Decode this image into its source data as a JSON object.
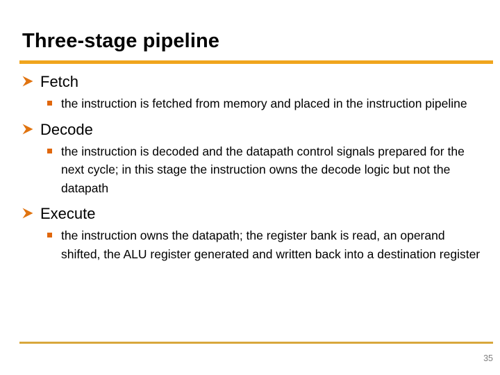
{
  "slide": {
    "title": "Three-stage pipeline",
    "page_number": "35",
    "colors": {
      "title_rule": "#F0A51E",
      "footer_rule": "#D8A73C",
      "bullet_arrow": "#E0730F",
      "bullet_square": "#E0670C",
      "text": "#000000",
      "page_number": "#808080",
      "background": "#FFFFFF"
    },
    "markers": {
      "level1_icon": "arrowhead-bullet-icon",
      "level2_icon": "square-bullet-icon"
    },
    "groups": [
      {
        "heading": "Fetch",
        "details": [
          "the instruction is fetched from memory and placed in the instruction pipeline"
        ]
      },
      {
        "heading": "Decode",
        "details": [
          "the instruction is decoded and the datapath control signals prepared for the next cycle; in this stage the instruction owns the decode logic but not the datapath"
        ]
      },
      {
        "heading": "Execute",
        "details": [
          "the instruction owns the datapath; the register bank is read, an operand shifted, the ALU register generated and written back into a destination register"
        ]
      }
    ]
  }
}
